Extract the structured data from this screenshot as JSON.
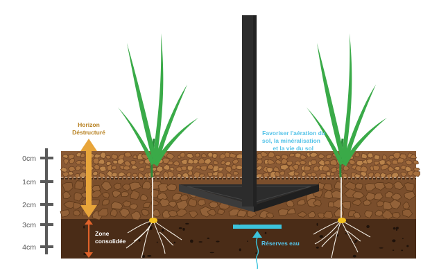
{
  "depth_scale": {
    "labels": [
      "0cm",
      "1cm",
      "2cm",
      "3cm",
      "4cm"
    ]
  },
  "annotations": {
    "horizon_line1": "Horizon",
    "horizon_line2": "Déstructuré",
    "zone_line1": "Zone",
    "zone_line2": "consolidée",
    "benefit_line1": "Favoriser l'aération du",
    "benefit_line2": "sol, la minéralisation",
    "benefit_line3": "et la vie du sol",
    "water_label": "Réserves eau"
  },
  "colors": {
    "topsoil": "#8a5a35",
    "clod": "#a8713f",
    "clod_dark": "#6b4224",
    "mid_soil": "#7a4e2c",
    "deep_soil": "#4a2c17",
    "tool": "#2c2c2c",
    "tool_edge": "#454545",
    "leaf": "#3aaa48",
    "leaf_dark": "#2b8a3a",
    "orange_arrow": "#e8a53a",
    "red_arrow": "#e0622a",
    "water": "#3cc4dc",
    "scale": "#5a5a5a"
  }
}
